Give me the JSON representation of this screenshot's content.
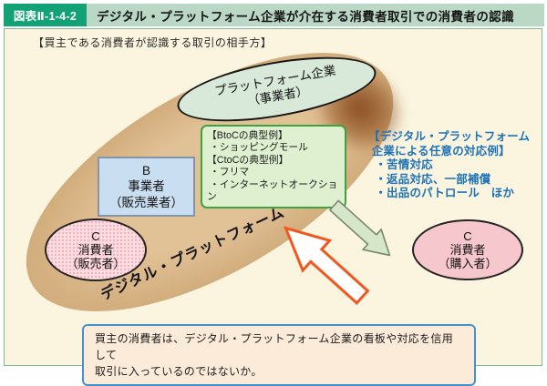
{
  "header": {
    "figure_label": "図表Ⅱ-1-4-2",
    "title": "デジタル・プラットフォーム企業が介在する消費者取引での消費者の認識"
  },
  "caption": "【買主である消費者が認識する取引の相手方】",
  "diagram": {
    "platform_company": "プラットフォーム企業\n（事業者）",
    "examples": "【BtoCの典型例】\n ・ショッピングモール\n【CtoCの典型例】\n ・フリマ\n ・インターネットオークション",
    "business": "B\n事業者\n（販売業者）",
    "consumer_seller": "C\n消費者\n（販売者）",
    "consumer_buyer": "C\n消費者\n（購入者）",
    "digital_platform_label": "デジタル・プラットフォーム",
    "voluntary_actions": "【デジタル・プラットフォーム\n 企業による任意の対応例】\n  ・苦情対応\n  ・返品対応、一部補償\n  ・出品のパトロール　ほか"
  },
  "conclusion": "買主の消費者は、デジタル・プラットフォーム企業の看板や対応を信用して\n取引に入っているのではないか。",
  "icons": {
    "green_arrow": "arrow-down-right",
    "white_arrow": "arrow-up-left"
  },
  "colors": {
    "header_label_bg": "#12a276",
    "header_bar_bg": "#bbd8c7",
    "figure_bg": "#fbf5e0",
    "figure_border": "#7fba96",
    "platform_area_tan": "#dcba8e",
    "platform_shadow_brown": "#7b3a0e",
    "platform_ellipse_green": "#d8e9d9",
    "examples_fill": "#def0d0",
    "examples_border": "#3ea23e",
    "business_fill": "#c9def1",
    "business_border": "#8495a8",
    "consumer_pink": "#f6c8ce",
    "accent_blue_text": "#1d72b8",
    "conclusion_fill": "#fcebd9",
    "conclusion_border": "#4492cc",
    "arrow_green_fill": "#d6e7c9",
    "arrow_orange_stroke": "#f2571f"
  }
}
